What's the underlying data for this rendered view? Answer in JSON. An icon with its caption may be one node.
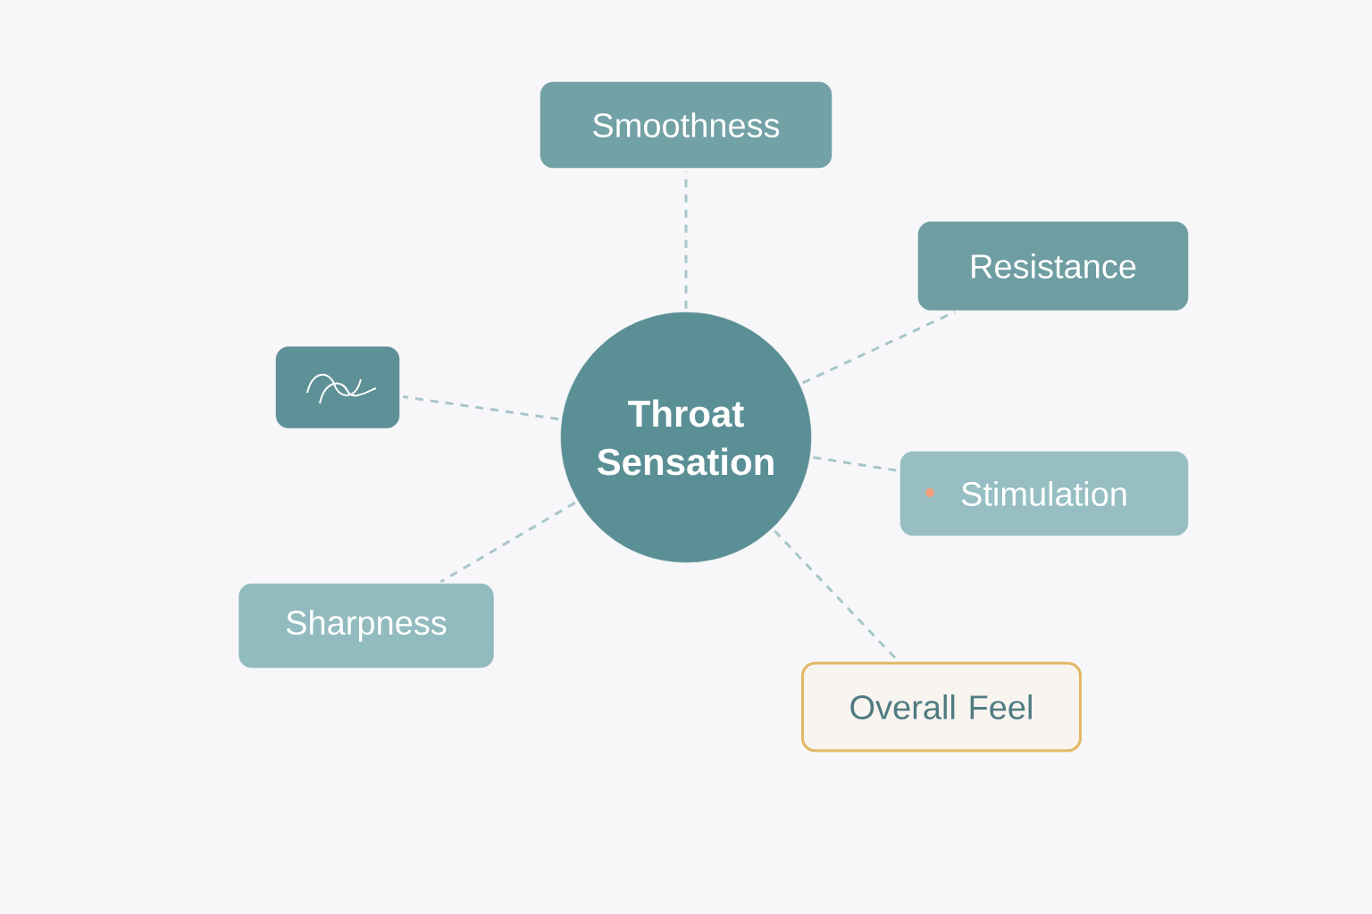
{
  "diagram": {
    "nodes": [
      {
        "text": [
          "Throat Sensation"
        ]
      },
      {
        "text": [
          "Smoothness"
        ]
      },
      {
        "text": [
          "Resistance"
        ]
      },
      {
        "text": [],
        "shape": "box"
      },
      {
        "text": [
          "Stimulation"
        ]
      },
      {
        "text": [
          "Sharpness"
        ]
      },
      {
        "text": [
          "Overall Feel"
        ]
      }
    ],
    "edges": [
      {
        "from": 0,
        "to": 1,
        "arrow": "none",
        "style": "dashed"
      },
      {
        "from": 0,
        "to": 2,
        "arrow": "none",
        "style": "dashed"
      },
      {
        "from": 0,
        "to": 3,
        "arrow": "none",
        "style": "dashed"
      },
      {
        "from": 0,
        "to": 4,
        "arrow": "none",
        "style": "dashed"
      },
      {
        "from": 0,
        "to": 5,
        "arrow": "none",
        "style": "dashed"
      },
      {
        "from": 0,
        "to": 6,
        "arrow": "none",
        "style": "dashed"
      }
    ]
  }
}
